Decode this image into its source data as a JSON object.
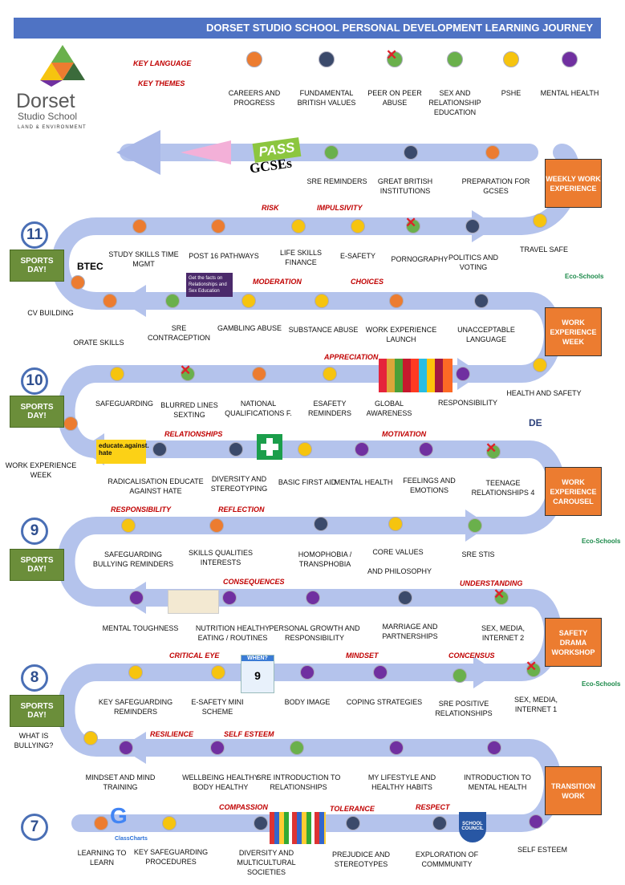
{
  "banner": "DORSET STUDIO SCHOOL PERSONAL DEVELOPMENT LEARNING JOURNEY",
  "logo": {
    "line1": "Dorset",
    "line2": "Studio School",
    "line3": "LAND & ENVIRONMENT"
  },
  "key": {
    "language_label": "KEY LANGUAGE",
    "themes_label": "KEY THEMES",
    "items": [
      {
        "label": "CAREERS AND PROGRESS",
        "color": "#ec7c30"
      },
      {
        "label": "FUNDAMENTAL BRITISH VALUES",
        "color": "#3b4a6b"
      },
      {
        "label": "PEER ON PEER ABUSE",
        "color": "#6ab04c",
        "cross": true
      },
      {
        "label": "SEX AND RELATIONSHIP EDUCATION",
        "color": "#6ab04c"
      },
      {
        "label": "PSHE",
        "color": "#f6c40f"
      },
      {
        "label": "MENTAL HEALTH",
        "color": "#7030a0"
      }
    ]
  },
  "colors": {
    "arrow": "#b4c3ec",
    "accent": "#c00000",
    "box": "#ec7c30",
    "banner": "#4f73c4"
  },
  "years": [
    "11",
    "10",
    "9",
    "8",
    "7"
  ],
  "sports_day": "SPORTS DAY!",
  "boxes": [
    "WEEKLY WORK EXPERIENCE",
    "WORK EXPERIENCE WEEK",
    "WORK EXPERIENCE CAROUSEL",
    "SAFETY DRAMA WORKSHOP",
    "TRANSITION WORK"
  ],
  "images": {
    "pass": "PASS",
    "gcses": "GCSEs",
    "btec": "BTEC",
    "facts": "Get the facts on Relationships and Sex Education",
    "educate": "educate.against. hate",
    "google": "G",
    "classcharts": "ClassCharts",
    "when": "WHEN?",
    "eco": "Eco-Schools",
    "de": "DE",
    "school": "SCHOOL COUNCIL"
  },
  "nodes": [
    {
      "label": "SRE REMINDERS",
      "color": "#6ab04c"
    },
    {
      "label": "GREAT BRITISH INSTITUTIONS",
      "color": "#3b4a6b"
    },
    {
      "label": "PREPARATION FOR GCSES",
      "color": "#ec7c30"
    },
    {
      "label": "TRAVEL SAFE",
      "color": "#f6c40f"
    },
    {
      "label": "STUDY SKILLS TIME MGMT",
      "color": "#ec7c30"
    },
    {
      "label": "POST 16 PATHWAYS",
      "color": "#ec7c30"
    },
    {
      "label": "LIFE SKILLS FINANCE",
      "color": "#f6c40f"
    },
    {
      "label": "E-SAFETY",
      "color": "#f6c40f"
    },
    {
      "label": "PORNOGRAPHY",
      "color": "#6ab04c",
      "cross": true
    },
    {
      "label": "POLITICS AND VOTING",
      "color": "#3b4a6b"
    },
    {
      "label": "CV BUILDING",
      "color": "#ec7c30"
    },
    {
      "label": "ORATE SKILLS",
      "color": "#ec7c30"
    },
    {
      "label": "SRE CONTRACEPTION",
      "color": "#6ab04c"
    },
    {
      "label": "GAMBLING ABUSE",
      "color": "#f6c40f"
    },
    {
      "label": "SUBSTANCE ABUSE",
      "color": "#f6c40f"
    },
    {
      "label": "WORK EXPERIENCE LAUNCH",
      "color": "#ec7c30"
    },
    {
      "label": "UNACCEPTABLE LANGUAGE",
      "color": "#3b4a6b"
    },
    {
      "label": "HEALTH AND SAFETY",
      "color": "#f6c40f"
    },
    {
      "label": "SAFEGUARDING",
      "color": "#f6c40f"
    },
    {
      "label": "BLURRED LINES SEXTING",
      "color": "#6ab04c",
      "cross": true
    },
    {
      "label": "NATIONAL QUALIFICATIONS F.",
      "color": "#ec7c30"
    },
    {
      "label": "ESAFETY REMINDERS",
      "color": "#f6c40f"
    },
    {
      "label": "GLOBAL AWARENESS",
      "color": "#3b4a6b"
    },
    {
      "label": "RESPONSIBILITY",
      "color": "#7030a0"
    },
    {
      "label": "WORK EXPERIENCE WEEK",
      "color": "#ec7c30"
    },
    {
      "label": "RADICALISATION EDUCATE AGAINST HATE",
      "color": "#3b4a6b"
    },
    {
      "label": "DIVERSITY AND STEREOTYPING",
      "color": "#3b4a6b"
    },
    {
      "label": "BASIC FIRST AID",
      "color": "#f6c40f"
    },
    {
      "label": "MENTAL HEALTH",
      "color": "#7030a0"
    },
    {
      "label": "FEELINGS AND EMOTIONS",
      "color": "#7030a0"
    },
    {
      "label": "TEENAGE RELATIONSHIPS 4",
      "color": "#6ab04c",
      "cross": true
    },
    {
      "label": "SAFEGUARDING BULLYING REMINDERS",
      "color": "#f6c40f"
    },
    {
      "label": "SKILLS QUALITIES INTERESTS",
      "color": "#ec7c30"
    },
    {
      "label": "HOMOPHOBIA / TRANSPHOBIA",
      "color": "#3b4a6b"
    },
    {
      "label": "CORE VALUES",
      "color": "#f6c40f"
    },
    {
      "label": "AND PHILOSOPHY",
      "color": ""
    },
    {
      "label": "SRE STIS",
      "color": "#6ab04c"
    },
    {
      "label": "MENTAL TOUGHNESS",
      "color": "#7030a0"
    },
    {
      "label": "NUTRITION HEALTHY EATING / ROUTINES",
      "color": "#7030a0"
    },
    {
      "label": "PERSONAL GROWTH AND RESPONSIBILITY",
      "color": "#7030a0"
    },
    {
      "label": "MARRIAGE AND PARTNERSHIPS",
      "color": "#3b4a6b"
    },
    {
      "label": "SEX, MEDIA, INTERNET 2",
      "color": "#6ab04c",
      "cross": true
    },
    {
      "label": "KEY SAFEGUARDING REMINDERS",
      "color": "#f6c40f"
    },
    {
      "label": "E-SAFETY MINI SCHEME",
      "color": "#f6c40f"
    },
    {
      "label": "BODY IMAGE",
      "color": "#7030a0"
    },
    {
      "label": "COPING STRATEGIES",
      "color": "#7030a0"
    },
    {
      "label": "SRE POSITIVE RELATIONSHIPS",
      "color": "#6ab04c"
    },
    {
      "label": "SEX, MEDIA, INTERNET 1",
      "color": "#6ab04c",
      "cross": true
    },
    {
      "label": "WHAT IS BULLYING?",
      "color": "#f6c40f"
    },
    {
      "label": "MINDSET AND MIND TRAINING",
      "color": "#7030a0"
    },
    {
      "label": "WELLBEING HEALTHY BODY HEALTHY",
      "color": "#7030a0"
    },
    {
      "label": "SRE INTRODUCTION TO RELATIONSHIPS",
      "color": "#6ab04c"
    },
    {
      "label": "MY LIFESTYLE AND HEALTHY HABITS",
      "color": "#7030a0"
    },
    {
      "label": "INTRODUCTION TO MENTAL HEALTH",
      "color": "#7030a0"
    },
    {
      "label": "LEARNING TO LEARN",
      "color": "#ec7c30"
    },
    {
      "label": "KEY SAFEGUARDING PROCEDURES",
      "color": "#f6c40f"
    },
    {
      "label": "DIVERSITY AND MULTICULTURAL SOCIETIES",
      "color": "#3b4a6b"
    },
    {
      "label": "PREJUDICE AND STEREOTYPES",
      "color": "#3b4a6b"
    },
    {
      "label": "EXPLORATION OF COMMMUNITY",
      "color": "#3b4a6b"
    },
    {
      "label": "SELF ESTEEM",
      "color": "#7030a0"
    }
  ],
  "keywords": [
    "RISK",
    "IMPULSIVITY",
    "MODERATION",
    "CHOICES",
    "APPRECIATION",
    "RELATIONSHIPS",
    "MOTIVATION",
    "RESPONSIBILITY",
    "REFLECTION",
    "CONSEQUENCES",
    "UNDERSTANDING",
    "CRITICAL EYE",
    "MINDSET",
    "CONCENSUS",
    "RESILIENCE",
    "SELF ESTEEM",
    "COMPASSION",
    "TOLERANCE",
    "RESPECT"
  ]
}
